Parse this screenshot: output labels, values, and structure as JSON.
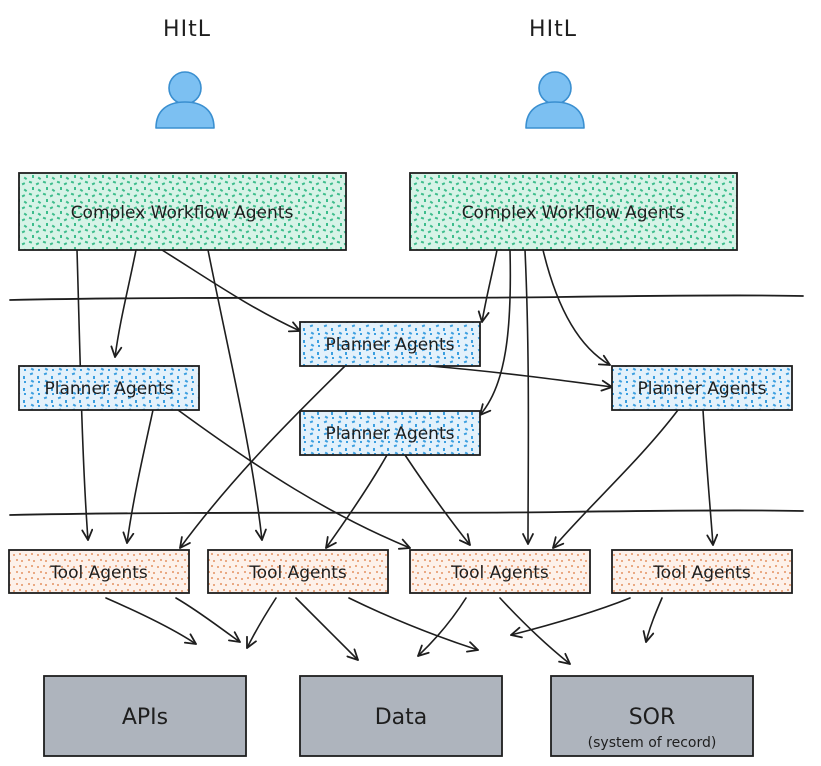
{
  "humans": [
    {
      "label": "HItL"
    },
    {
      "label": "HItL"
    }
  ],
  "workflow_agents": [
    {
      "label": "Complex Workflow Agents"
    },
    {
      "label": "Complex Workflow Agents"
    }
  ],
  "planner_agents": [
    {
      "label": "Planner Agents"
    },
    {
      "label": "Planner Agents"
    },
    {
      "label": "Planner Agents"
    },
    {
      "label": "Planner Agents"
    }
  ],
  "tool_agents": [
    {
      "label": "Tool Agents"
    },
    {
      "label": "Tool Agents"
    },
    {
      "label": "Tool Agents"
    },
    {
      "label": "Tool Agents"
    }
  ],
  "sinks": [
    {
      "label": "APIs",
      "sublabel": ""
    },
    {
      "label": "Data",
      "sublabel": ""
    },
    {
      "label": "SOR",
      "sublabel": "(system of record)"
    }
  ],
  "colors": {
    "workflow_fill": "#d7f3e7",
    "workflow_dots": "#3dbd8c",
    "planner_fill": "#e3f1fb",
    "planner_dots": "#3b9fe0",
    "tool_fill": "#fdf1ea",
    "tool_dots": "#eaa983",
    "sink_fill": "#aeb4bd",
    "person": "#7cc0f2",
    "person_stroke": "#3a8fd0",
    "stroke": "#1e1e1e"
  }
}
